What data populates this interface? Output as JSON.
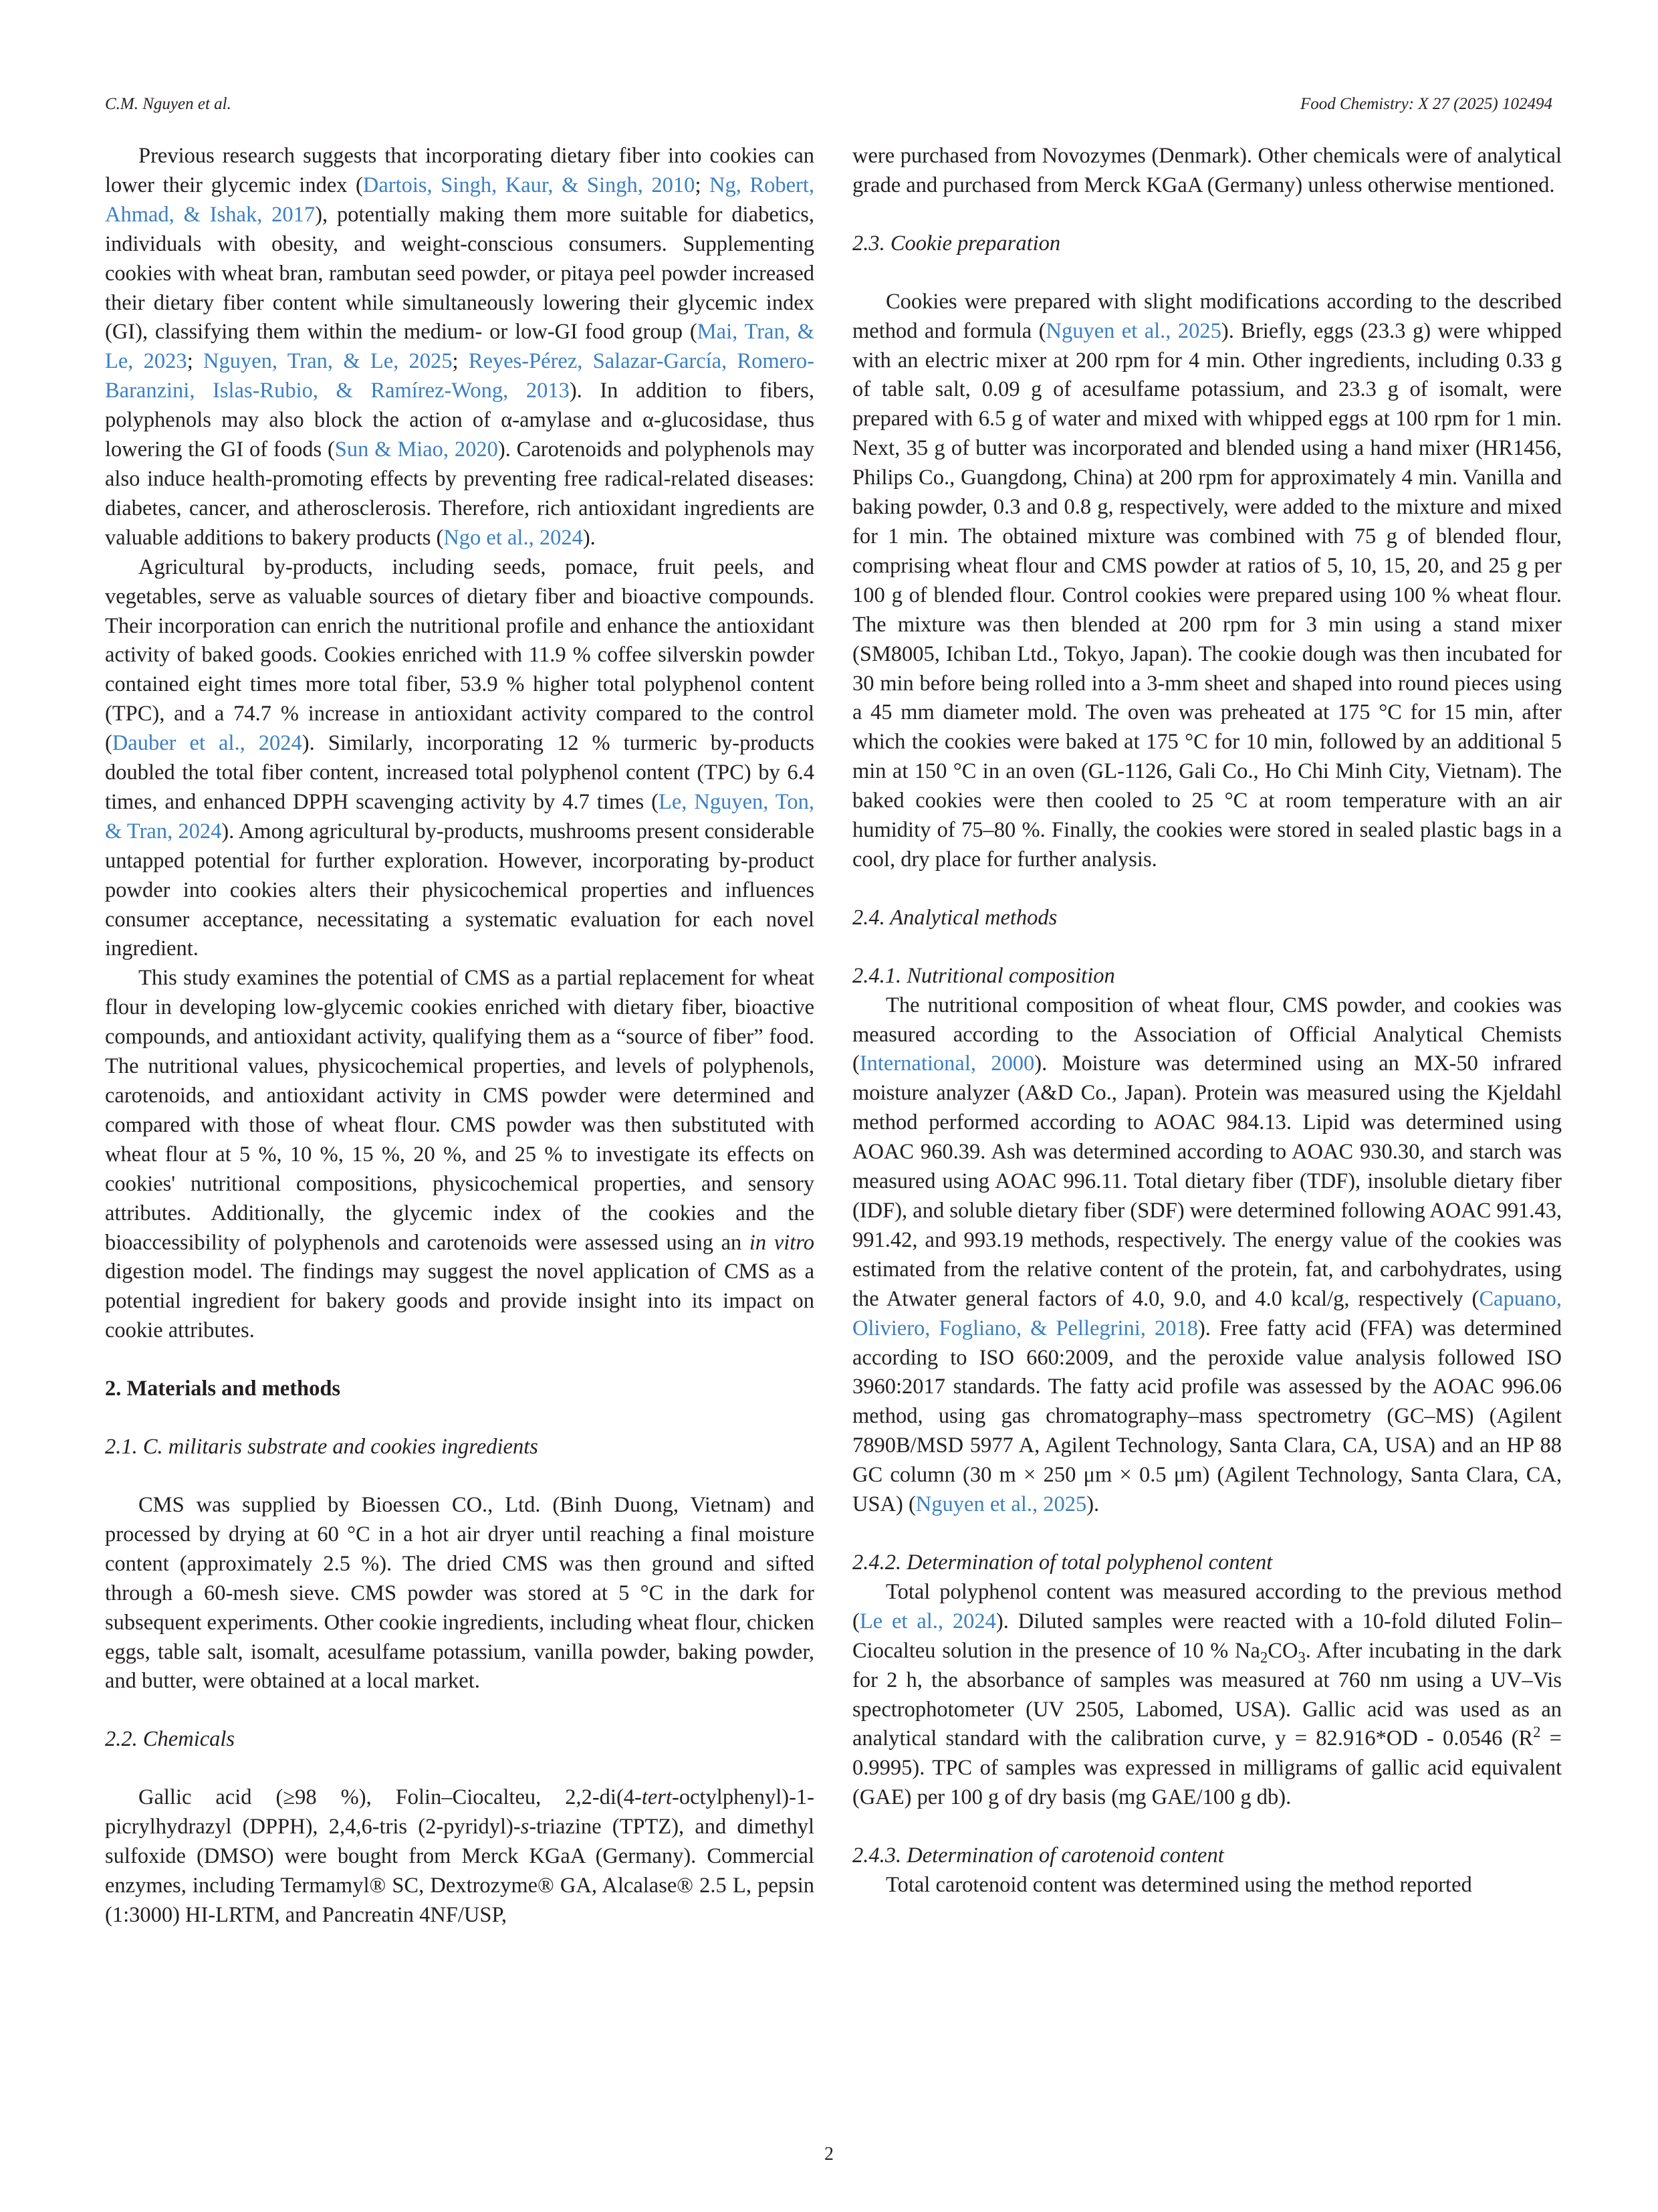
{
  "header": {
    "left": "C.M. Nguyen et al.",
    "right": "Food Chemistry: X 27 (2025) 102494"
  },
  "left_column": {
    "p1": {
      "a": "Previous research suggests that incorporating dietary fiber into cookies can lower their glycemic index (",
      "c1": "Dartois, Singh, Kaur, & Singh, 2010",
      "b": "; ",
      "c2": "Ng, Robert, Ahmad, & Ishak, 2017",
      "d": "), potentially making them more suitable for diabetics, individuals with obesity, and weight-conscious consumers. Supplementing cookies with wheat bran, rambutan seed powder, or pitaya peel powder increased their dietary fiber content while simultaneously lowering their glycemic index (GI), classifying them within the medium- or low-GI food group (",
      "c3": "Mai, Tran, & Le, 2023",
      "e": "; ",
      "c4": "Nguyen, Tran, & Le, 2025",
      "f": "; ",
      "c5": "Reyes-Pérez, Salazar-García, Romero-Baranzini, Islas-Rubio, & Ramírez-Wong, 2013",
      "g": "). In addition to fibers, polyphenols may also block the action of α-amylase and α-glucosidase, thus lowering the GI of foods (",
      "c6": "Sun & Miao, 2020",
      "h": "). Carotenoids and polyphenols may also induce health-promoting effects by preventing free radical-related diseases: diabetes, cancer, and atherosclerosis. Therefore, rich antioxidant ingredients are valuable additions to bakery products (",
      "c7": "Ngo et al., 2024",
      "i": ")."
    },
    "p2": {
      "a": "Agricultural by-products, including seeds, pomace, fruit peels, and vegetables, serve as valuable sources of dietary fiber and bioactive compounds. Their incorporation can enrich the nutritional profile and enhance the antioxidant activity of baked goods. Cookies enriched with 11.9 % coffee silverskin powder contained eight times more total fiber, 53.9 % higher total polyphenol content (TPC), and a 74.7 % increase in antioxidant activity compared to the control (",
      "c1": "Dauber et al., 2024",
      "b": "). Similarly, incorporating 12 % turmeric by-products doubled the total fiber content, increased total polyphenol content (TPC) by 6.4 times, and enhanced DPPH scavenging activity by 4.7 times (",
      "c2": "Le, Nguyen, Ton, & Tran, 2024",
      "c": "). Among agricultural by-products, mushrooms present considerable untapped potential for further exploration. However, incorporating by-product powder into cookies alters their physicochemical properties and influences consumer acceptance, necessitating a systematic evaluation for each novel ingredient."
    },
    "p3": {
      "a": "This study examines the potential of CMS as a partial replacement for wheat flour in developing low-glycemic cookies enriched with dietary fiber, bioactive compounds, and antioxidant activity, qualifying them as a “source of fiber” food. The nutritional values, physicochemical properties, and levels of polyphenols, carotenoids, and antioxidant activity in CMS powder were determined and compared with those of wheat flour. CMS powder was then substituted with wheat flour at 5 %, 10 %, 15 %, 20 %, and 25 % to investigate its effects on cookies' nutritional compositions, physicochemical properties, and sensory attributes. Additionally, the glycemic index of the cookies and the bioaccessibility of polyphenols and carotenoids were assessed using an ",
      "em": "in vitro",
      "b": " digestion model. The findings may suggest the novel application of CMS as a potential ingredient for bakery goods and provide insight into its impact on cookie attributes."
    },
    "h2": "2.  Materials and methods",
    "h2_1": "2.1.  C. militaris substrate and cookies ingredients",
    "p4": "CMS was supplied by Bioessen CO., Ltd. (Binh Duong, Vietnam) and processed by drying at 60 °C in a hot air dryer until reaching a final moisture content (approximately 2.5 %). The dried CMS was then ground and sifted through a 60-mesh sieve. CMS powder was stored at 5 °C in the dark for subsequent experiments. Other cookie ingredients, including wheat flour, chicken eggs, table salt, isomalt, acesulfame potassium, vanilla powder, baking powder, and butter, were obtained at a local market.",
    "h2_2": "2.2.  Chemicals",
    "p5": {
      "a": "Gallic acid (≥98 %), Folin–Ciocalteu, 2,2-di(4-",
      "em1": "tert",
      "b": "-octylphenyl)-1-picrylhydrazyl (DPPH), 2,4,6-tris (2-pyridyl)-",
      "em2": "s",
      "c": "-triazine (TPTZ), and dimethyl sulfoxide (DMSO) were bought from Merck KGaA (Germany). Commercial enzymes, including Termamyl® SC, Dextrozyme® GA, Alcalase® 2.5 L, pepsin (1:3000) HI-LRTM, and Pancreatin 4NF/USP,"
    }
  },
  "right_column": {
    "p1": "were purchased from Novozymes (Denmark). Other chemicals were of analytical grade and purchased from Merck KGaA (Germany) unless otherwise mentioned.",
    "h2_3": "2.3.  Cookie preparation",
    "p2": {
      "a": "Cookies were prepared with slight modifications according to the described method and formula (",
      "c1": "Nguyen et al., 2025",
      "b": "). Briefly, eggs (23.3 g) were whipped with an electric mixer at 200 rpm for 4 min. Other ingredients, including 0.33 g of table salt, 0.09 g of acesulfame potassium, and 23.3 g of isomalt, were prepared with 6.5 g of water and mixed with whipped eggs at 100 rpm for 1 min. Next, 35 g of butter was incorporated and blended using a hand mixer (HR1456, Philips Co., Guangdong, China) at 200 rpm for approximately 4 min. Vanilla and baking powder, 0.3 and 0.8 g, respectively, were added to the mixture and mixed for 1 min. The obtained mixture was combined with 75 g of blended flour, comprising wheat flour and CMS powder at ratios of 5, 10, 15, 20, and 25 g per 100 g of blended flour. Control cookies were prepared using 100 % wheat flour. The mixture was then blended at 200 rpm for 3 min using a stand mixer (SM8005, Ichiban Ltd., Tokyo, Japan). The cookie dough was then incubated for 30 min before being rolled into a 3-mm sheet and shaped into round pieces using a 45 mm diameter mold. The oven was preheated at 175 °C for 15 min, after which the cookies were baked at 175 °C for 10 min, followed by an additional 5 min at 150 °C in an oven (GL-1126, Gali Co., Ho Chi Minh City, Vietnam). The baked cookies were then cooled to 25 °C at room temperature with an air humidity of 75–80 %. Finally, the cookies were stored in sealed plastic bags in a cool, dry place for further analysis."
    },
    "h2_4": "2.4.  Analytical methods",
    "h2_4_1": "2.4.1.  Nutritional composition",
    "p3": {
      "a": "The nutritional composition of wheat flour, CMS powder, and cookies was measured according to the Association of Official Analytical Chemists (",
      "c1": "International, 2000",
      "b": "). Moisture was determined using an MX-50 infrared moisture analyzer (A&D Co., Japan). Protein was measured using the Kjeldahl method performed according to AOAC 984.13. Lipid was determined using AOAC 960.39. Ash was determined according to AOAC 930.30, and starch was measured using AOAC 996.11. Total dietary fiber (TDF), insoluble dietary fiber (IDF), and soluble dietary fiber (SDF) were determined following AOAC 991.43, 991.42, and 993.19 methods, respectively. The energy value of the cookies was estimated from the relative content of the protein, fat, and carbohydrates, using the Atwater general factors of 4.0, 9.0, and 4.0 kcal/g, respectively (",
      "c2": "Capuano, Oliviero, Fogliano, & Pellegrini, 2018",
      "c": "). Free fatty acid (FFA) was determined according to ISO 660:2009, and the peroxide value analysis followed ISO 3960:2017 standards. The fatty acid profile was assessed by the AOAC 996.06 method, using gas chromatography–mass spectrometry (GC–MS) (Agilent 7890B/MSD 5977 A, Agilent Technology, Santa Clara, CA, USA) and an HP 88 GC column (30 m × 250 μm × 0.5 μm) (Agilent Technology, Santa Clara, CA, USA) (",
      "c3": "Nguyen et al., 2025",
      "d": ")."
    },
    "h2_4_2": "2.4.2.  Determination of total polyphenol content",
    "p4": {
      "a": "Total polyphenol content was measured according to the previous method (",
      "c1": "Le et al., 2024",
      "b": "). Diluted samples were reacted with a 10-fold diluted Folin–Ciocalteu solution in the presence of 10 % Na",
      "sub1": "2",
      "c": "CO",
      "sub2": "3",
      "d": ". After incubating in the dark for 2 h, the absorbance of samples was measured at 760 nm using a UV–Vis spectrophotometer (UV 2505, Labomed, USA). Gallic acid was used as an analytical standard with the calibration curve, y = 82.916*OD - 0.0546 (R",
      "sup1": "2",
      "e": " = 0.9995). TPC of samples was expressed in milligrams of gallic acid equivalent (GAE) per 100 g of dry basis (mg GAE/100 g db)."
    },
    "h2_4_3": "2.4.3.  Determination of carotenoid content",
    "p5": "Total carotenoid content was determined using the method reported"
  },
  "page_number": "2"
}
